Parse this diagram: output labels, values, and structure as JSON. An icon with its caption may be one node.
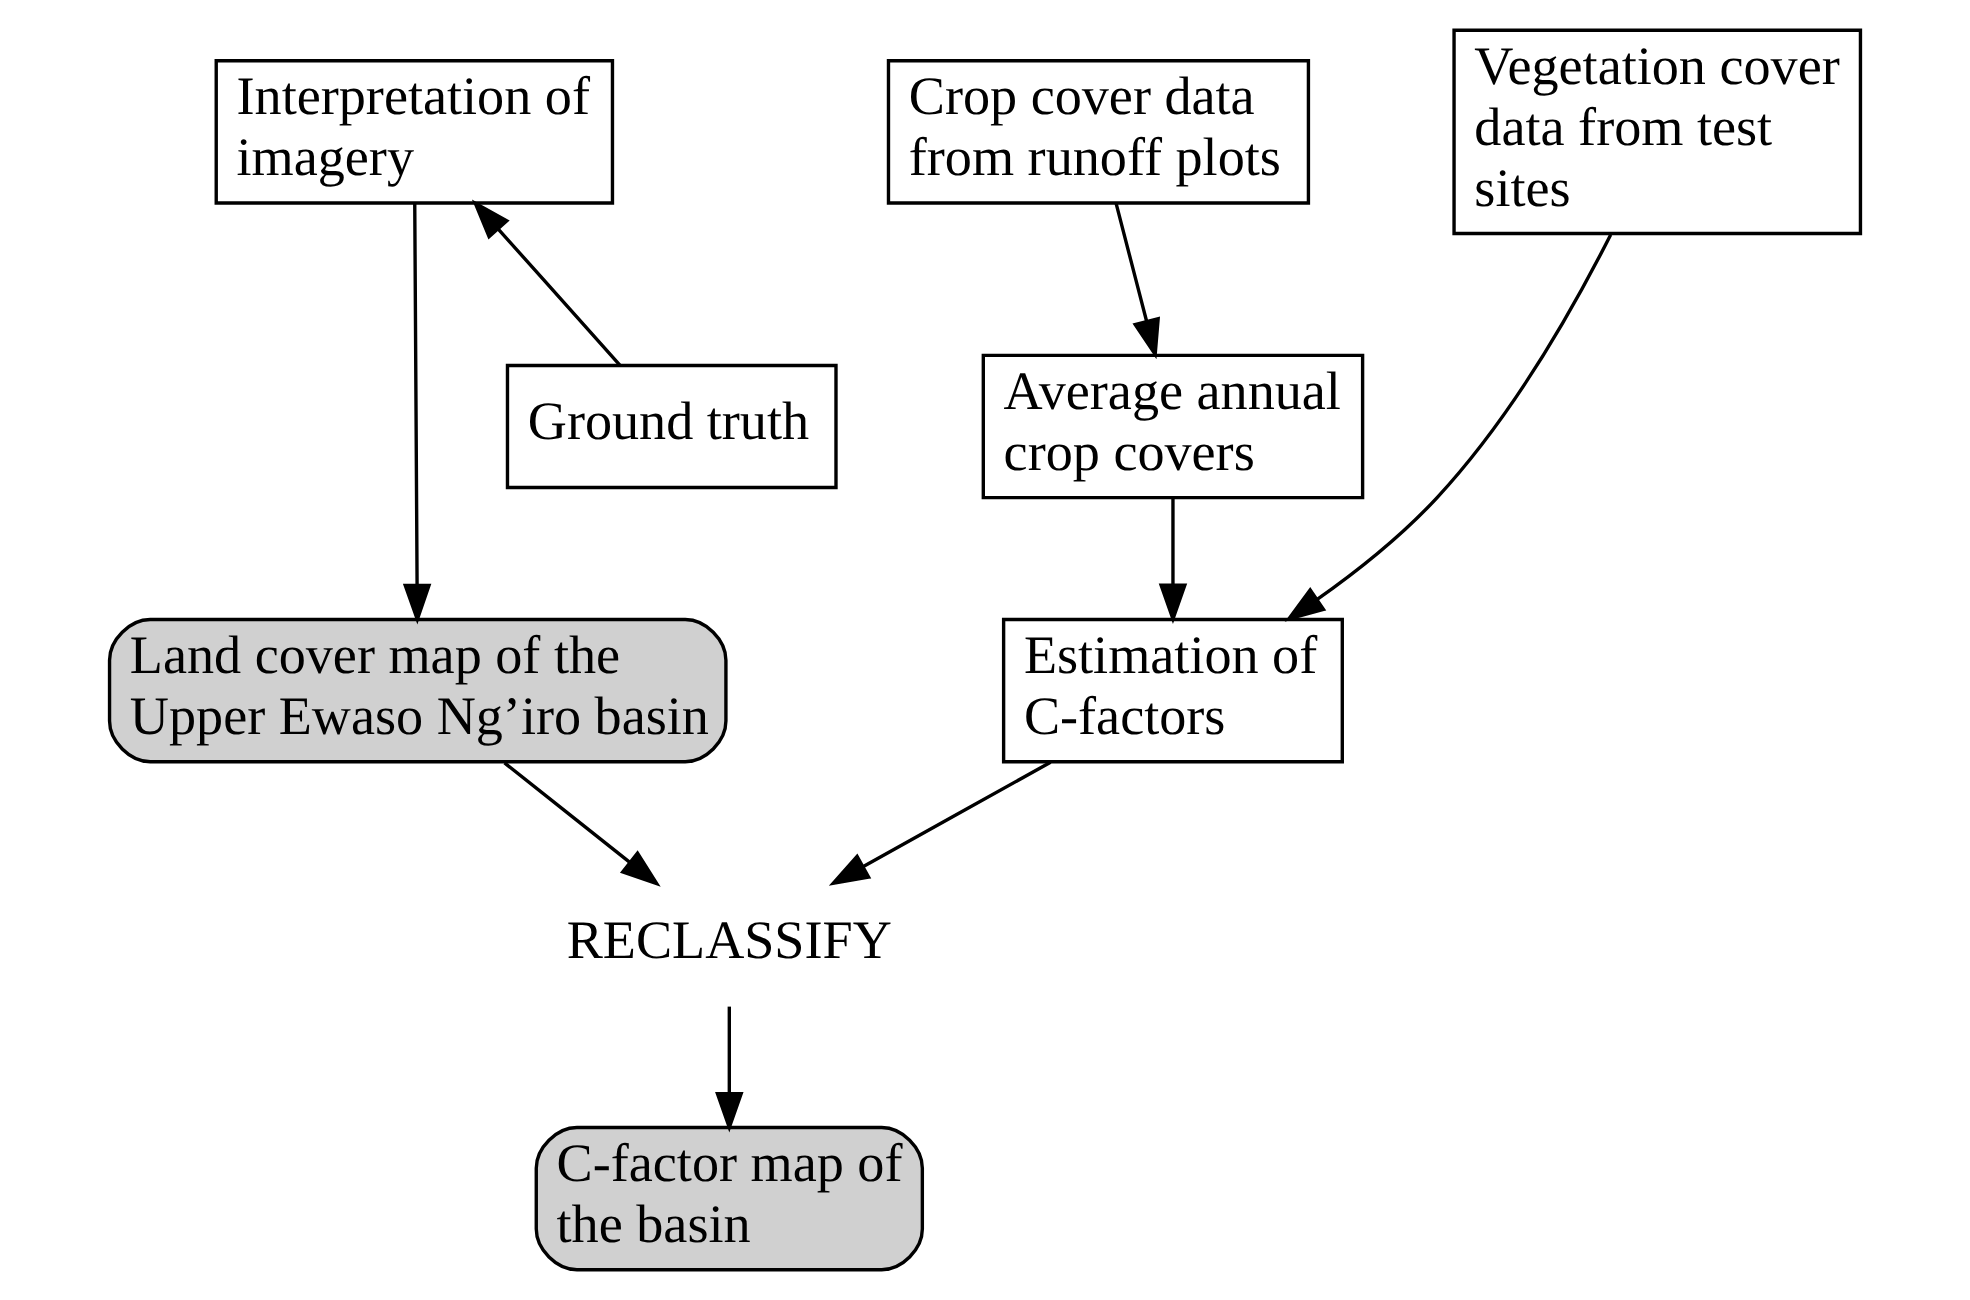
{
  "diagram": {
    "nodes": [
      {
        "text": [
          "Crop cover data from runoff plots"
        ]
      },
      {
        "text": [
          "Vegetation cover data from test sites"
        ]
      },
      {
        "text": [
          "Interpretation of imagery"
        ]
      },
      {
        "text": [
          "Average annual crop covers"
        ]
      },
      {
        "text": [
          "Ground truth"
        ]
      },
      {
        "text": [
          "Estimation of C-factors"
        ]
      },
      {
        "text": [
          "Land cover map of the Upper Ewaso Ng’iro basin"
        ]
      },
      {
        "text": [
          "RECLASSIFY"
        ]
      },
      {
        "text": [
          "C-factor map of the basin"
        ]
      }
    ],
    "edges": [
      {
        "from": 0,
        "to": 3,
        "arrow": "to"
      },
      {
        "from": 3,
        "to": 5,
        "arrow": "to"
      },
      {
        "from": 1,
        "to": 5,
        "arrow": "to"
      },
      {
        "from": 4,
        "to": 2,
        "arrow": "to"
      },
      {
        "from": 2,
        "to": 6,
        "arrow": "to"
      },
      {
        "from": 5,
        "to": 7,
        "arrow": "to"
      },
      {
        "from": 6,
        "to": 7,
        "arrow": "to"
      },
      {
        "from": 7,
        "to": 8,
        "arrow": "to"
      }
    ]
  }
}
